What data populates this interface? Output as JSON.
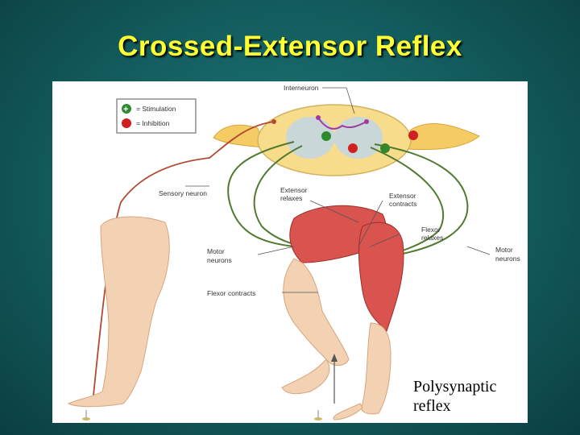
{
  "slide": {
    "title": "Crossed-Extensor Reflex",
    "caption_line1": "Polysynaptic",
    "caption_line2": "reflex"
  },
  "legend": {
    "stimulation_symbol": "+",
    "stimulation_text": "= Stimulation",
    "inhibition_text": "= Inhibition"
  },
  "labels": {
    "interneuron": "Interneuron",
    "sensory_neuron": "Sensory neuron",
    "extensor_relaxes_1": "Extensor",
    "extensor_relaxes_2": "relaxes",
    "extensor_contracts_1": "Extensor",
    "extensor_contracts_2": "contracts",
    "flexor_relaxes_1": "Flexor",
    "flexor_relaxes_2": "relaxes",
    "motor_neurons_left_1": "Motor",
    "motor_neurons_left_2": "neurons",
    "motor_neurons_right_1": "Motor",
    "motor_neurons_right_2": "neurons",
    "flexor_contracts": "Flexor contracts"
  },
  "colors": {
    "background": "#135c5d",
    "title": "#ffff33",
    "skin": "#f3d2b3",
    "muscle": "#d9534f",
    "spinal_cord": "#f7dc8c",
    "motor_neuron": "#4f7a2f",
    "sensory_neuron": "#b04a30",
    "interneuron": "#a03aa0",
    "stimulation": "#2d8a2d",
    "inhibition": "#d01f1f"
  }
}
